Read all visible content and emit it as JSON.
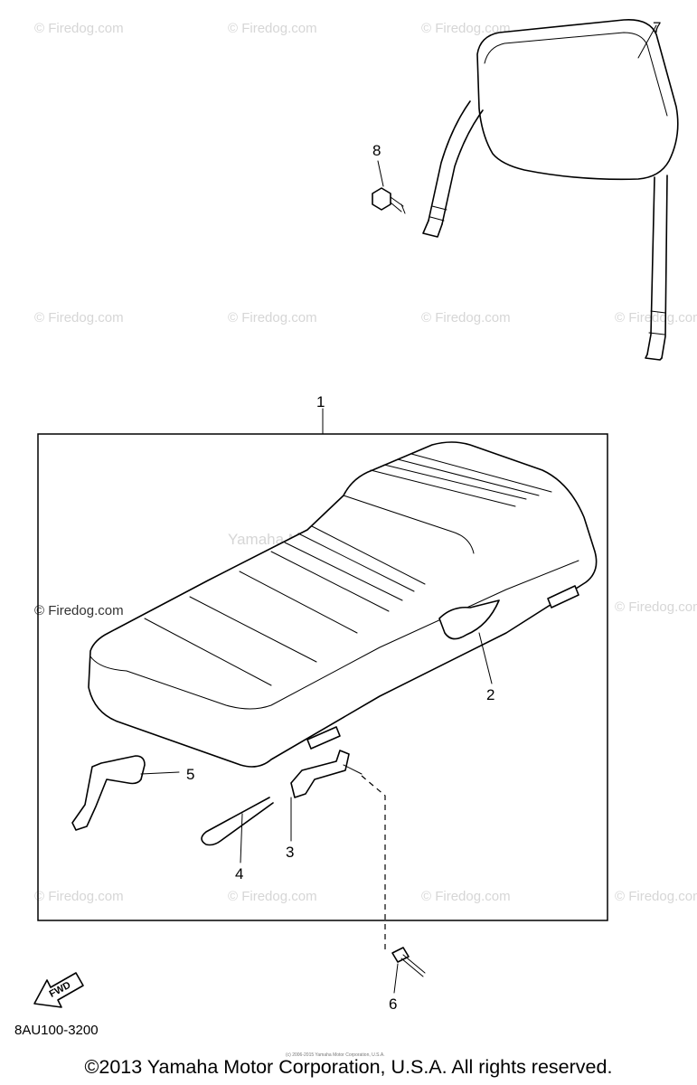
{
  "watermarks": {
    "firedog": "© Firedog.com",
    "yamaha": "Yamaha Motor Corp. U.S.A."
  },
  "parts": {
    "p1": "1",
    "p2": "2",
    "p3": "3",
    "p4": "4",
    "p5": "5",
    "p6": "6",
    "p7": "7",
    "p8": "8"
  },
  "fwd_label": "FWD",
  "diagram_code": "8AU100-3200",
  "footer": {
    "copyright": "©2013 Yamaha Motor Corporation, U.S.A. All rights reserved.",
    "small_print": "(c) 2006-2015 Yamaha Motor Corporation, U.S.A."
  }
}
